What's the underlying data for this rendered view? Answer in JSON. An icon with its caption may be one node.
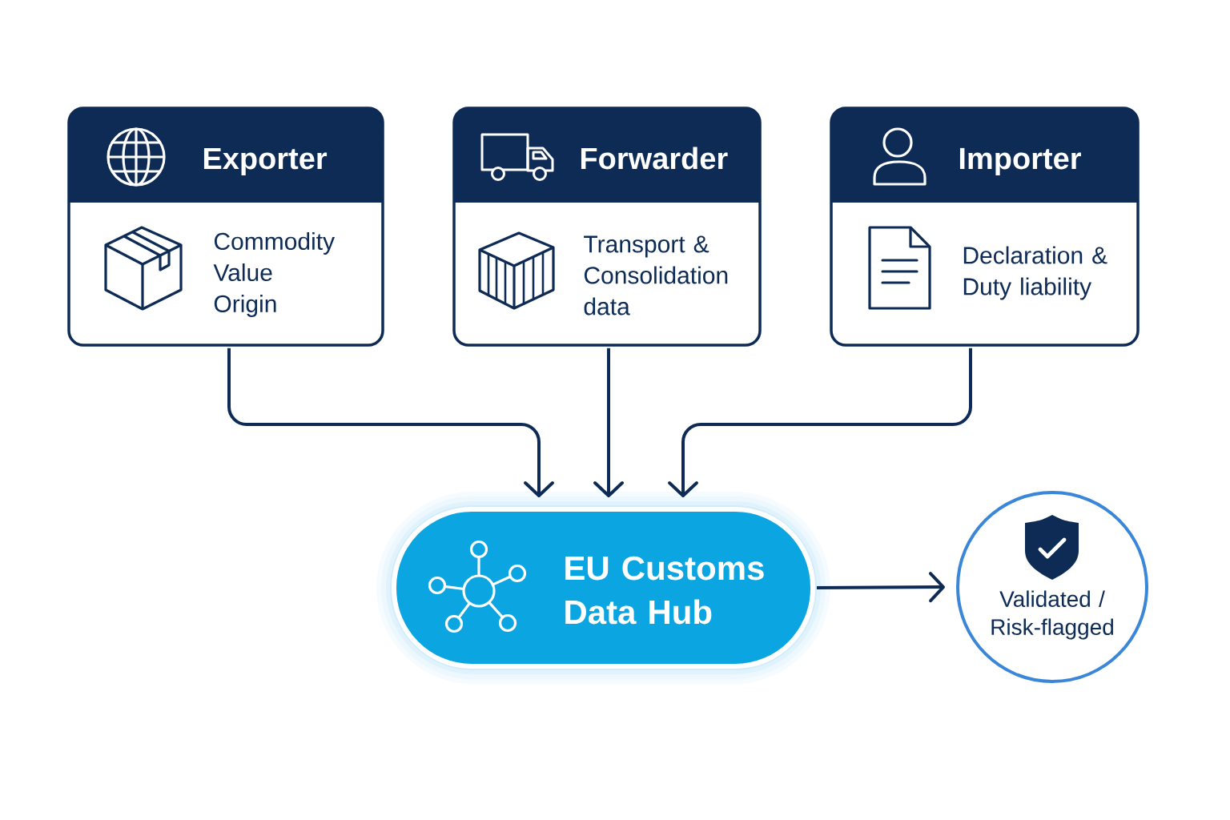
{
  "diagram": {
    "nodes": [
      {
        "text": [
          "Exporter",
          "Commodity Value Origin"
        ]
      },
      {
        "text": [
          "Forwarder",
          "Transport & Consolidation data"
        ]
      },
      {
        "text": [
          "Importer",
          "Declaration & Duty liability"
        ]
      },
      {
        "text": [
          "EU Customs Data Hub"
        ]
      },
      {
        "text": [
          "Validated / Risk-flagged"
        ]
      }
    ],
    "edges": [
      {
        "from": 0,
        "to": 3,
        "arrow": "to"
      },
      {
        "from": 1,
        "to": 3,
        "arrow": "to"
      },
      {
        "from": 2,
        "to": 3,
        "arrow": "to"
      },
      {
        "from": 3,
        "to": 4,
        "arrow": "to"
      }
    ]
  }
}
